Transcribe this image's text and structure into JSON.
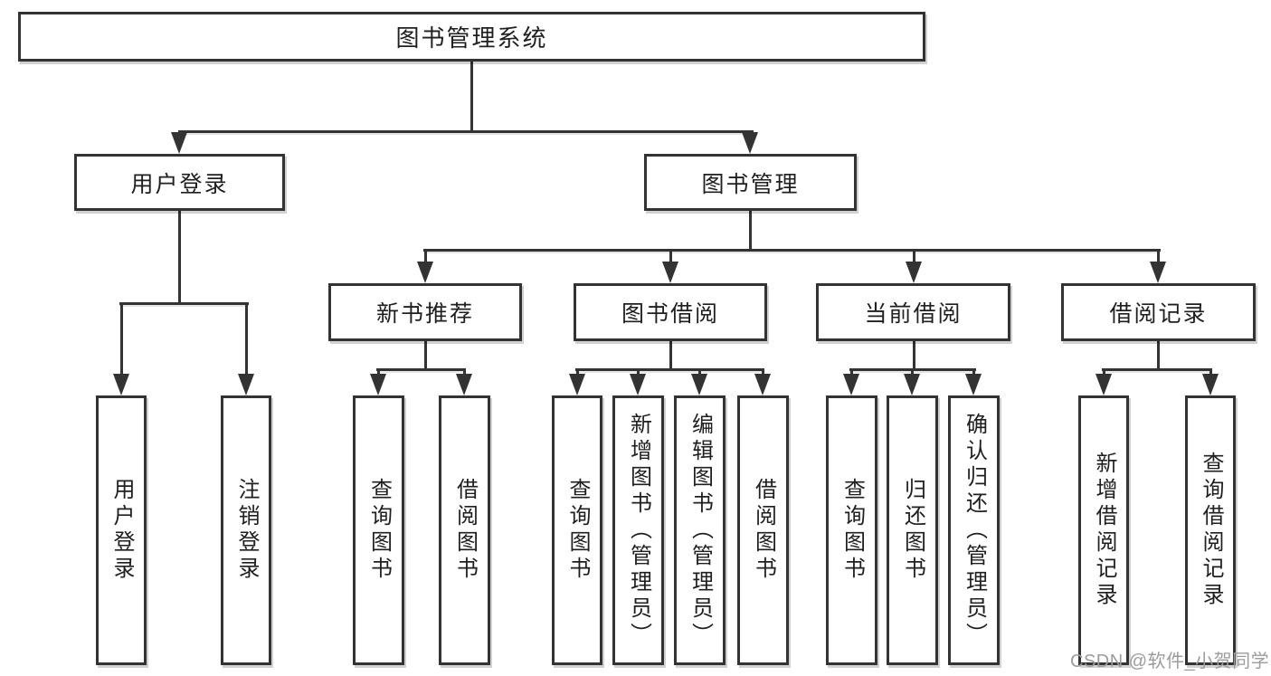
{
  "diagram": {
    "title": "图书管理系统",
    "level2": [
      {
        "label": "用户登录"
      },
      {
        "label": "图书管理"
      }
    ],
    "level3": [
      {
        "label": "新书推荐"
      },
      {
        "label": "图书借阅"
      },
      {
        "label": "当前借阅"
      },
      {
        "label": "借阅记录"
      }
    ],
    "leaves": [
      {
        "label": "用户登录"
      },
      {
        "label": "注销登录"
      },
      {
        "label": "查询图书"
      },
      {
        "label": "借阅图书"
      },
      {
        "label": "查询图书"
      },
      {
        "label": "新增图书（管理员）"
      },
      {
        "label": "编辑图书（管理员）"
      },
      {
        "label": "借阅图书"
      },
      {
        "label": "查询图书"
      },
      {
        "label": "归还图书"
      },
      {
        "label": "确认归还（管理员）"
      },
      {
        "label": "新增借阅记录"
      },
      {
        "label": "查询借阅记录"
      }
    ]
  },
  "watermark": {
    "text": "CSDN @软件_小贺同学"
  },
  "colors": {
    "line": "#333333",
    "fill": "#ffffff",
    "text": "#1f1f1f",
    "watermark": "#9c9c9c",
    "bg": "#ffffff"
  }
}
